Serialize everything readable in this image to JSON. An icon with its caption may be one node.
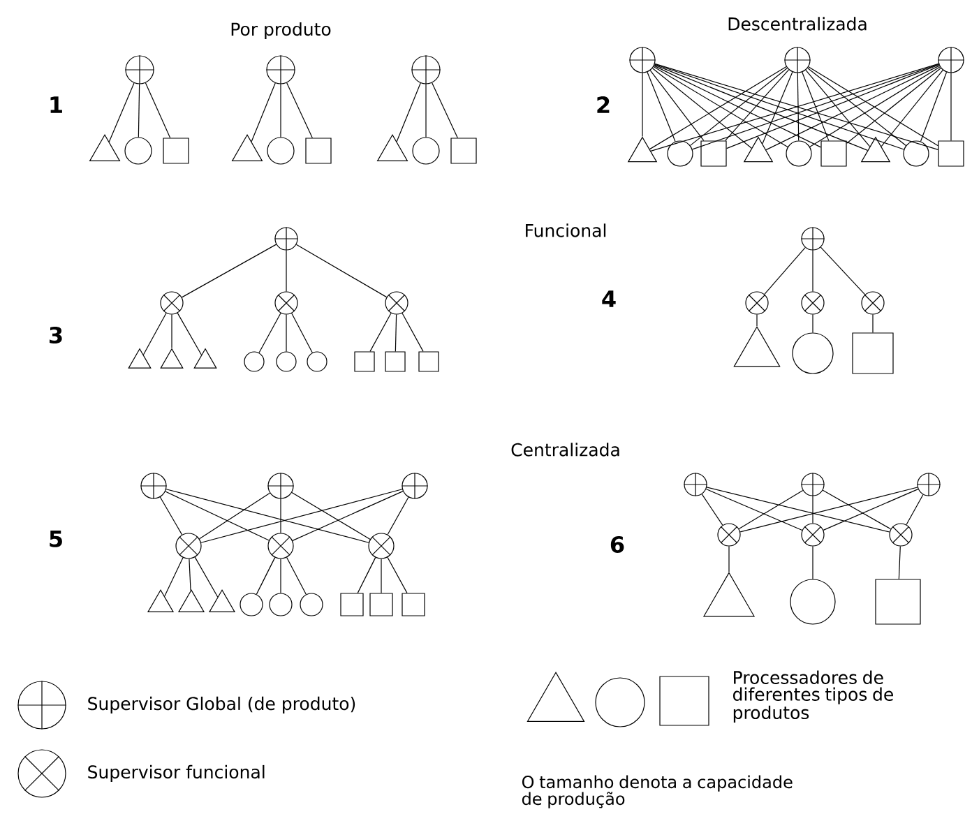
{
  "diagram": {
    "nodes": [
      {
        "text": [],
        "shape": "plus"
      },
      {
        "text": [],
        "shape": "plus"
      },
      {
        "text": [],
        "shape": "plus"
      },
      {
        "text": [],
        "shape": "triangle"
      },
      {
        "text": [],
        "shape": "circle"
      },
      {
        "text": [],
        "shape": "box"
      },
      {
        "text": [],
        "shape": "triangle"
      },
      {
        "text": [],
        "shape": "circle"
      },
      {
        "text": [],
        "shape": "box"
      },
      {
        "text": [],
        "shape": "triangle"
      },
      {
        "text": [],
        "shape": "circle"
      },
      {
        "text": [],
        "shape": "box"
      },
      {
        "text": [],
        "shape": "plus"
      },
      {
        "text": [],
        "shape": "plus"
      },
      {
        "text": [],
        "shape": "plus"
      },
      {
        "text": [],
        "shape": "triangle"
      },
      {
        "text": [],
        "shape": "circle"
      },
      {
        "text": [],
        "shape": "box"
      },
      {
        "text": [],
        "shape": "triangle"
      },
      {
        "text": [],
        "shape": "circle"
      },
      {
        "text": [],
        "shape": "box"
      },
      {
        "text": [],
        "shape": "triangle"
      },
      {
        "text": [],
        "shape": "circle"
      },
      {
        "text": [],
        "shape": "box"
      },
      {
        "text": [],
        "shape": "plus"
      },
      {
        "text": [],
        "shape": "cross"
      },
      {
        "text": [],
        "shape": "cross"
      },
      {
        "text": [],
        "shape": "cross"
      },
      {
        "text": [],
        "shape": "triangle"
      },
      {
        "text": [],
        "shape": "triangle"
      },
      {
        "text": [],
        "shape": "triangle"
      },
      {
        "text": [],
        "shape": "circle"
      },
      {
        "text": [],
        "shape": "circle"
      },
      {
        "text": [],
        "shape": "circle"
      },
      {
        "text": [],
        "shape": "box"
      },
      {
        "text": [],
        "shape": "box"
      },
      {
        "text": [],
        "shape": "box"
      },
      {
        "text": [],
        "shape": "plus"
      },
      {
        "text": [],
        "shape": "cross"
      },
      {
        "text": [],
        "shape": "cross"
      },
      {
        "text": [],
        "shape": "cross"
      },
      {
        "text": [],
        "shape": "triangle"
      },
      {
        "text": [],
        "shape": "circle"
      },
      {
        "text": [],
        "shape": "box"
      },
      {
        "text": [],
        "shape": "plus"
      },
      {
        "text": [],
        "shape": "plus"
      },
      {
        "text": [],
        "shape": "plus"
      },
      {
        "text": [],
        "shape": "cross"
      },
      {
        "text": [],
        "shape": "cross"
      },
      {
        "text": [],
        "shape": "cross"
      },
      {
        "text": [],
        "shape": "triangle"
      },
      {
        "text": [],
        "shape": "triangle"
      },
      {
        "text": [],
        "shape": "triangle"
      },
      {
        "text": [],
        "shape": "circle"
      },
      {
        "text": [],
        "shape": "circle"
      },
      {
        "text": [],
        "shape": "circle"
      },
      {
        "text": [],
        "shape": "box"
      },
      {
        "text": [],
        "shape": "box"
      },
      {
        "text": [],
        "shape": "box"
      },
      {
        "text": [],
        "shape": "plus"
      },
      {
        "text": [],
        "shape": "plus"
      },
      {
        "text": [],
        "shape": "plus"
      },
      {
        "text": [],
        "shape": "cross"
      },
      {
        "text": [],
        "shape": "cross"
      },
      {
        "text": [],
        "shape": "cross"
      },
      {
        "text": [],
        "shape": "triangle"
      },
      {
        "text": [],
        "shape": "circle"
      },
      {
        "text": [],
        "shape": "box"
      }
    ],
    "edges": [
      {
        "from": 0,
        "to": 3,
        "arrow": "none"
      },
      {
        "from": 0,
        "to": 4,
        "arrow": "none"
      },
      {
        "from": 0,
        "to": 5,
        "arrow": "none"
      },
      {
        "from": 1,
        "to": 6,
        "arrow": "none"
      },
      {
        "from": 1,
        "to": 7,
        "arrow": "none"
      },
      {
        "from": 1,
        "to": 8,
        "arrow": "none"
      },
      {
        "from": 2,
        "to": 9,
        "arrow": "none"
      },
      {
        "from": 2,
        "to": 10,
        "arrow": "none"
      },
      {
        "from": 2,
        "to": 11,
        "arrow": "none"
      },
      {
        "from": 12,
        "to": 15,
        "arrow": "none"
      },
      {
        "from": 12,
        "to": 16,
        "arrow": "none"
      },
      {
        "from": 12,
        "to": 17,
        "arrow": "none"
      },
      {
        "from": 12,
        "to": 18,
        "arrow": "none"
      },
      {
        "from": 12,
        "to": 19,
        "arrow": "none"
      },
      {
        "from": 12,
        "to": 20,
        "arrow": "none"
      },
      {
        "from": 12,
        "to": 21,
        "arrow": "none"
      },
      {
        "from": 12,
        "to": 22,
        "arrow": "none"
      },
      {
        "from": 12,
        "to": 23,
        "arrow": "none"
      },
      {
        "from": 13,
        "to": 15,
        "arrow": "none"
      },
      {
        "from": 13,
        "to": 16,
        "arrow": "none"
      },
      {
        "from": 13,
        "to": 17,
        "arrow": "none"
      },
      {
        "from": 13,
        "to": 18,
        "arrow": "none"
      },
      {
        "from": 13,
        "to": 19,
        "arrow": "none"
      },
      {
        "from": 13,
        "to": 20,
        "arrow": "none"
      },
      {
        "from": 13,
        "to": 21,
        "arrow": "none"
      },
      {
        "from": 13,
        "to": 22,
        "arrow": "none"
      },
      {
        "from": 13,
        "to": 23,
        "arrow": "none"
      },
      {
        "from": 14,
        "to": 15,
        "arrow": "none"
      },
      {
        "from": 14,
        "to": 16,
        "arrow": "none"
      },
      {
        "from": 14,
        "to": 17,
        "arrow": "none"
      },
      {
        "from": 14,
        "to": 18,
        "arrow": "none"
      },
      {
        "from": 14,
        "to": 19,
        "arrow": "none"
      },
      {
        "from": 14,
        "to": 20,
        "arrow": "none"
      },
      {
        "from": 14,
        "to": 21,
        "arrow": "none"
      },
      {
        "from": 14,
        "to": 22,
        "arrow": "none"
      },
      {
        "from": 14,
        "to": 23,
        "arrow": "none"
      },
      {
        "from": 24,
        "to": 25,
        "arrow": "none"
      },
      {
        "from": 24,
        "to": 26,
        "arrow": "none"
      },
      {
        "from": 24,
        "to": 27,
        "arrow": "none"
      },
      {
        "from": 25,
        "to": 28,
        "arrow": "none"
      },
      {
        "from": 25,
        "to": 29,
        "arrow": "none"
      },
      {
        "from": 25,
        "to": 30,
        "arrow": "none"
      },
      {
        "from": 26,
        "to": 31,
        "arrow": "none"
      },
      {
        "from": 26,
        "to": 32,
        "arrow": "none"
      },
      {
        "from": 26,
        "to": 33,
        "arrow": "none"
      },
      {
        "from": 27,
        "to": 34,
        "arrow": "none"
      },
      {
        "from": 27,
        "to": 35,
        "arrow": "none"
      },
      {
        "from": 27,
        "to": 36,
        "arrow": "none"
      },
      {
        "from": 37,
        "to": 38,
        "arrow": "none"
      },
      {
        "from": 37,
        "to": 39,
        "arrow": "none"
      },
      {
        "from": 37,
        "to": 40,
        "arrow": "none"
      },
      {
        "from": 38,
        "to": 41,
        "arrow": "none"
      },
      {
        "from": 39,
        "to": 42,
        "arrow": "none"
      },
      {
        "from": 40,
        "to": 43,
        "arrow": "none"
      },
      {
        "from": 44,
        "to": 47,
        "arrow": "none"
      },
      {
        "from": 44,
        "to": 48,
        "arrow": "none"
      },
      {
        "from": 44,
        "to": 49,
        "arrow": "none"
      },
      {
        "from": 45,
        "to": 47,
        "arrow": "none"
      },
      {
        "from": 45,
        "to": 48,
        "arrow": "none"
      },
      {
        "from": 45,
        "to": 49,
        "arrow": "none"
      },
      {
        "from": 46,
        "to": 47,
        "arrow": "none"
      },
      {
        "from": 46,
        "to": 48,
        "arrow": "none"
      },
      {
        "from": 46,
        "to": 49,
        "arrow": "none"
      },
      {
        "from": 47,
        "to": 50,
        "arrow": "none"
      },
      {
        "from": 47,
        "to": 51,
        "arrow": "none"
      },
      {
        "from": 47,
        "to": 52,
        "arrow": "none"
      },
      {
        "from": 48,
        "to": 53,
        "arrow": "none"
      },
      {
        "from": 48,
        "to": 54,
        "arrow": "none"
      },
      {
        "from": 48,
        "to": 55,
        "arrow": "none"
      },
      {
        "from": 49,
        "to": 56,
        "arrow": "none"
      },
      {
        "from": 49,
        "to": 57,
        "arrow": "none"
      },
      {
        "from": 49,
        "to": 58,
        "arrow": "none"
      },
      {
        "from": 59,
        "to": 62,
        "arrow": "none"
      },
      {
        "from": 59,
        "to": 63,
        "arrow": "none"
      },
      {
        "from": 59,
        "to": 64,
        "arrow": "none"
      },
      {
        "from": 60,
        "to": 62,
        "arrow": "none"
      },
      {
        "from": 60,
        "to": 63,
        "arrow": "none"
      },
      {
        "from": 60,
        "to": 64,
        "arrow": "none"
      },
      {
        "from": 61,
        "to": 62,
        "arrow": "none"
      },
      {
        "from": 61,
        "to": 63,
        "arrow": "none"
      },
      {
        "from": 61,
        "to": 64,
        "arrow": "none"
      },
      {
        "from": 62,
        "to": 65,
        "arrow": "none"
      },
      {
        "from": 63,
        "to": 66,
        "arrow": "none"
      },
      {
        "from": 64,
        "to": 67,
        "arrow": "none"
      }
    ],
    "labels": [
      "Por produto",
      "Descentralizada",
      "1",
      "2",
      "Funcional",
      "3",
      "4",
      "Centralizada",
      "5",
      "6",
      "O tamanho denota a capacidade de produção"
    ],
    "legend": [
      {
        "text": "Supervisor Global (de produto)"
      },
      {
        "text": "Supervisor funcional"
      },
      {
        "text": "Processadores de diferentes tipos de produtos"
      }
    ]
  }
}
